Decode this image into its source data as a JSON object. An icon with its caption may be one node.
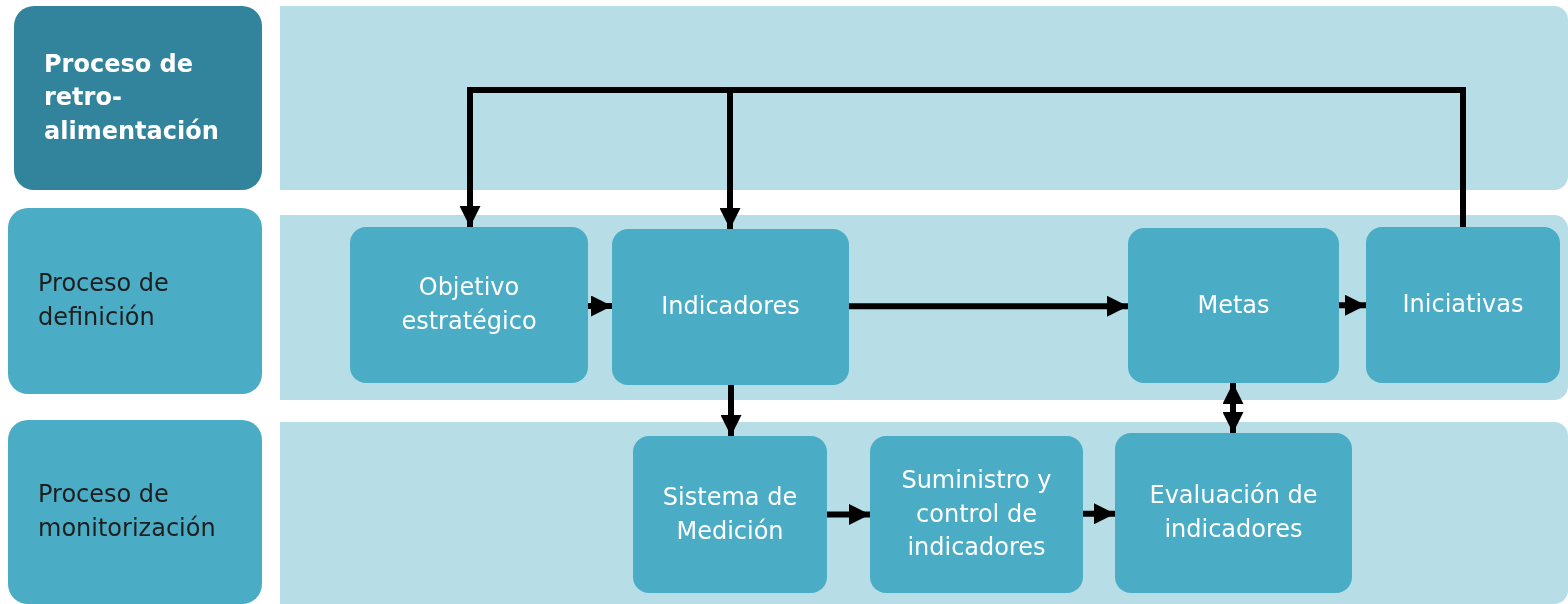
{
  "diagram": {
    "nodes": [
      {
        "text": [
          "Proceso de retro-alimentación"
        ]
      },
      {
        "text": [
          "Proceso de definición"
        ]
      },
      {
        "text": [],
        "shape": "box"
      },
      {
        "text": [
          "Objetivo estratégico"
        ],
        "in": 2
      },
      {
        "text": [
          "Indicadores"
        ],
        "in": 2
      },
      {
        "text": [
          "Metas"
        ],
        "in": 2
      },
      {
        "text": [
          "Iniciativas"
        ],
        "in": 2
      },
      {
        "text": [
          "Proceso de monitorización"
        ]
      },
      {
        "text": [],
        "shape": "box"
      },
      {
        "text": [
          "Sistema de Medición"
        ],
        "in": 8
      },
      {
        "text": [
          "Suministro y control de indicadores"
        ],
        "in": 8
      },
      {
        "text": [
          "Evaluación de indicadores"
        ],
        "in": 8
      }
    ],
    "edges": [
      {
        "from": 3,
        "to": 4,
        "arrow": "to"
      },
      {
        "from": 4,
        "to": 5,
        "arrow": "to"
      },
      {
        "from": 5,
        "to": 6,
        "arrow": "to"
      },
      {
        "from": 6,
        "to": 3,
        "arrow": "to"
      },
      {
        "from": 6,
        "to": 4,
        "arrow": "to"
      },
      {
        "from": 4,
        "to": 9,
        "arrow": "to"
      },
      {
        "from": 9,
        "to": 10,
        "arrow": "to"
      },
      {
        "from": 10,
        "to": 11,
        "arrow": "to"
      },
      {
        "from": 5,
        "to": 11,
        "arrow": "both"
      }
    ]
  }
}
